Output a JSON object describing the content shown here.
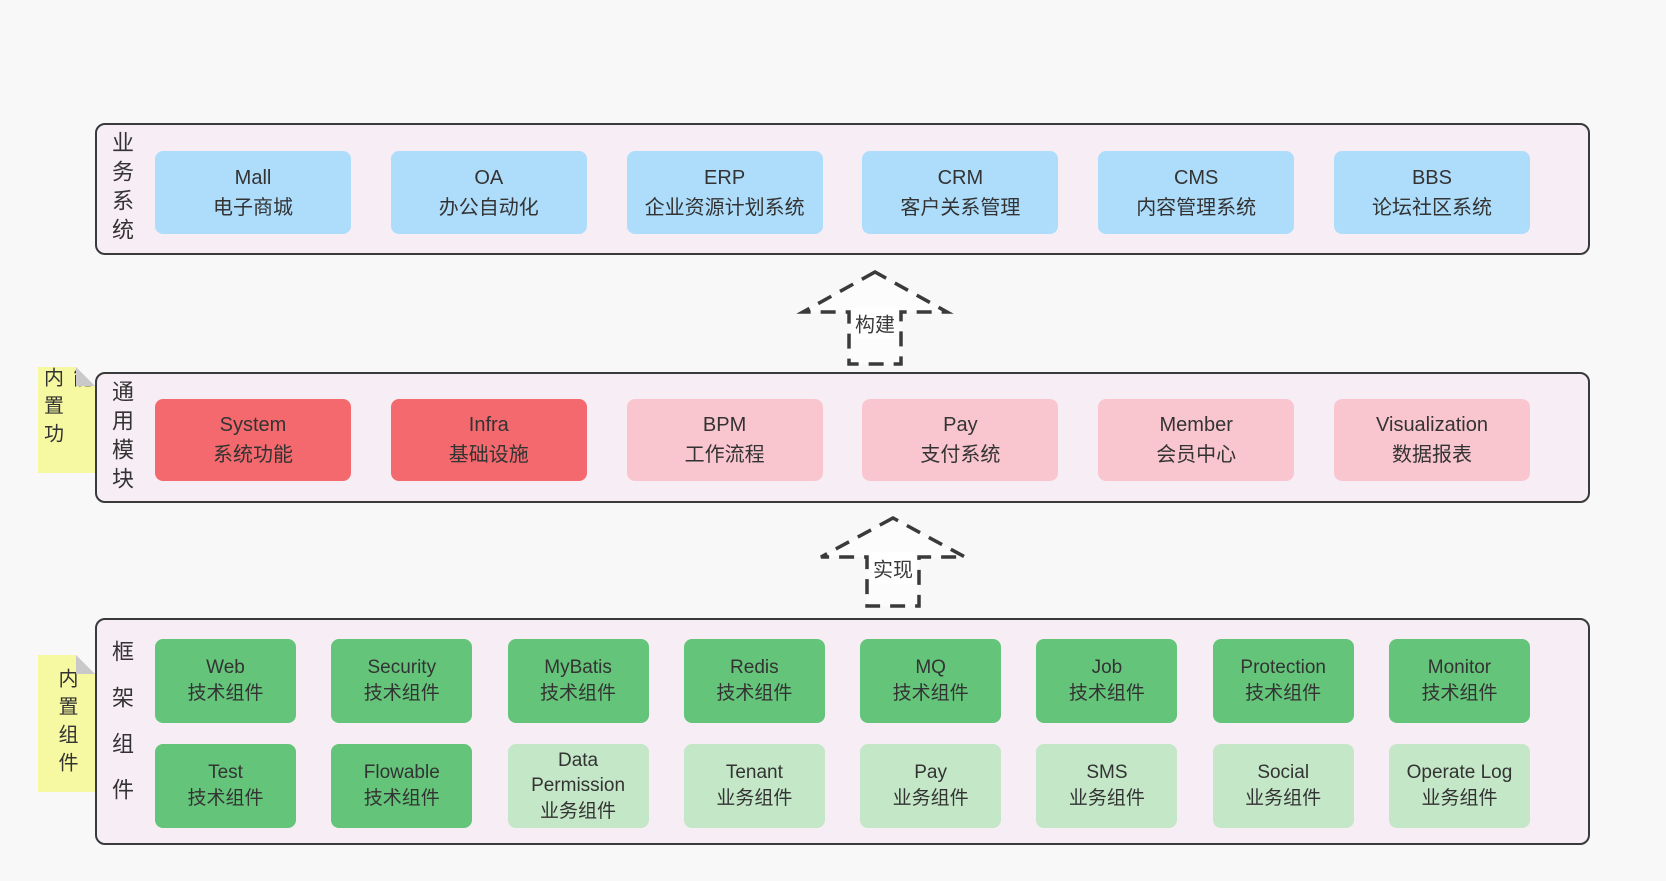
{
  "colors": {
    "page_bg": "#f8f8f8",
    "panel_bg": "#f7edf5",
    "panel_border": "#3a3a3a",
    "blue_box": "#aeddfb",
    "red_box": "#f4696e",
    "pink_box": "#f9c6d0",
    "green_box": "#64c57a",
    "light_green_box": "#c4e7c7",
    "note_yellow": "#f7f9a2",
    "note_fold": "#c9c9c9",
    "text": "#333333"
  },
  "arrows": [
    {
      "label": "构建"
    },
    {
      "label": "实现"
    }
  ],
  "layers": {
    "business": {
      "label": "业务系统",
      "boxes": [
        {
          "name": "Mall",
          "sub": "电子商城",
          "variant": "blue"
        },
        {
          "name": "OA",
          "sub": "办公自动化",
          "variant": "blue"
        },
        {
          "name": "ERP",
          "sub": "企业资源计划系统",
          "variant": "blue"
        },
        {
          "name": "CRM",
          "sub": "客户关系管理",
          "variant": "blue"
        },
        {
          "name": "CMS",
          "sub": "内容管理系统",
          "variant": "blue"
        },
        {
          "name": "BBS",
          "sub": "论坛社区系统",
          "variant": "blue"
        }
      ]
    },
    "modules": {
      "label": "通用模块",
      "note": "内置功能",
      "boxes": [
        {
          "name": "System",
          "sub": "系统功能",
          "variant": "red"
        },
        {
          "name": "Infra",
          "sub": "基础设施",
          "variant": "red"
        },
        {
          "name": "BPM",
          "sub": "工作流程",
          "variant": "pink"
        },
        {
          "name": "Pay",
          "sub": "支付系统",
          "variant": "pink"
        },
        {
          "name": "Member",
          "sub": "会员中心",
          "variant": "pink"
        },
        {
          "name": "Visualization",
          "sub": "数据报表",
          "variant": "pink"
        }
      ]
    },
    "components": {
      "label": "框架组件",
      "note": "内置组件",
      "row1": [
        {
          "name": "Web",
          "sub": "技术组件",
          "variant": "green"
        },
        {
          "name": "Security",
          "sub": "技术组件",
          "variant": "green"
        },
        {
          "name": "MyBatis",
          "sub": "技术组件",
          "variant": "green"
        },
        {
          "name": "Redis",
          "sub": "技术组件",
          "variant": "green"
        },
        {
          "name": "MQ",
          "sub": "技术组件",
          "variant": "green"
        },
        {
          "name": "Job",
          "sub": "技术组件",
          "variant": "green"
        },
        {
          "name": "Protection",
          "sub": "技术组件",
          "variant": "green"
        },
        {
          "name": "Monitor",
          "sub": "技术组件",
          "variant": "green"
        }
      ],
      "row2": [
        {
          "name": "Test",
          "sub": "技术组件",
          "variant": "green"
        },
        {
          "name": "Flowable",
          "sub": "技术组件",
          "variant": "green"
        },
        {
          "name": "Data Permission",
          "sub": "业务组件",
          "variant": "lightgreen"
        },
        {
          "name": "Tenant",
          "sub": "业务组件",
          "variant": "lightgreen"
        },
        {
          "name": "Pay",
          "sub": "业务组件",
          "variant": "lightgreen"
        },
        {
          "name": "SMS",
          "sub": "业务组件",
          "variant": "lightgreen"
        },
        {
          "name": "Social",
          "sub": "业务组件",
          "variant": "lightgreen"
        },
        {
          "name": "Operate Log",
          "sub": "业务组件",
          "variant": "lightgreen"
        }
      ]
    }
  }
}
